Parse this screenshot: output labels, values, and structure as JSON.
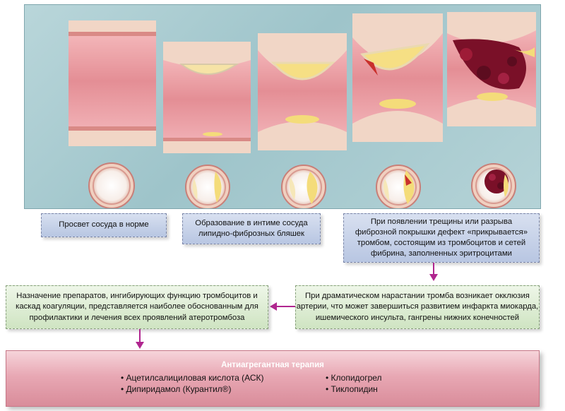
{
  "stages": [
    {
      "caption": "Просвет сосуда в норме"
    },
    {
      "caption": "Образование в интиме сосуда\nлипидно-фиброзных бляшек"
    },
    {
      "caption": "При появлении трещины или разрыва\nфиброзной покрышки дефект «прикрывается»\nтромбом, состоящим из тромбоцитов и сетей\nфибрина, заполненных эритроцитами"
    }
  ],
  "occlusion_text": "При драматическом нарастании тромба возникает окклюзия\nартерии, что может завершиться развитием инфаркта миокарда,\nишемического инсульта, гангрены нижних конечностей",
  "drugs_text": "Назначение препаратов, ингибирующих функцию тромбоцитов и\nкаскад коагуляции, представляется наиболее обоснованным для\nпрофилактики и лечения всех проявлений атеротромбоза",
  "therapy": {
    "title": "Антиагрегантная терапия",
    "left_items": [
      "• Ацетилсалициловая кислота (АСК)",
      "• Дипиридамол (Курантил®)"
    ],
    "right_items": [
      "• Клопидогрел",
      "• Тиклопидин"
    ]
  },
  "colors": {
    "arrow": "#b0268f",
    "wall": "#f2d9c8",
    "lumen": "#e79aa0",
    "plaque": "#f4dc7a",
    "clot": "#7a1028"
  }
}
